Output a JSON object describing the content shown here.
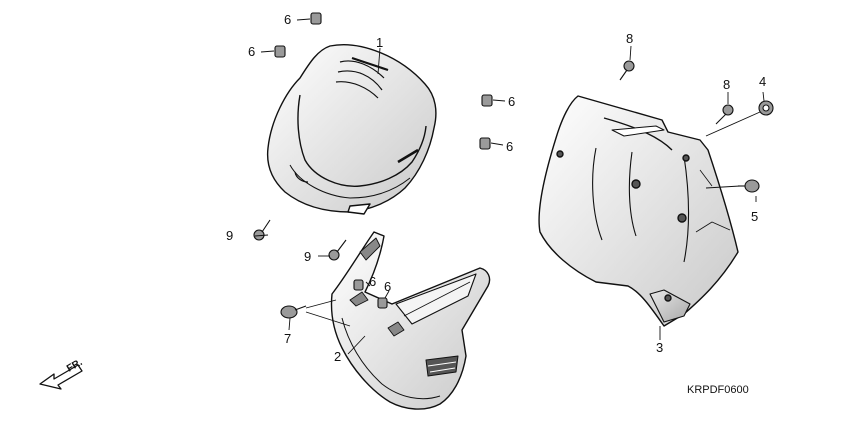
{
  "diagram": {
    "code": "KRPDF0600",
    "direction_label": "FR.",
    "callouts": {
      "c1": "1",
      "c2": "2",
      "c3": "3",
      "c4": "4",
      "c5": "5",
      "c6a": "6",
      "c6b": "6",
      "c6c": "6",
      "c6d": "6",
      "c6e": "6",
      "c6f": "6",
      "c7": "7",
      "c8a": "8",
      "c8b": "8",
      "c9a": "9",
      "c9b": "9"
    }
  }
}
